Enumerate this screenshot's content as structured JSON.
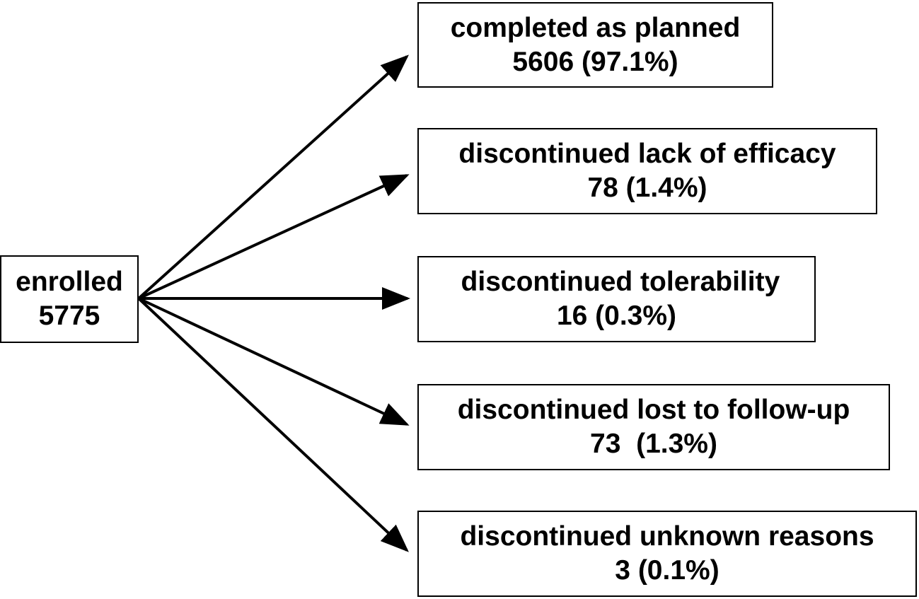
{
  "source": {
    "label": "enrolled",
    "count": "5775"
  },
  "outcomes": [
    {
      "label": "completed as planned",
      "value": "5606 (97.1%)"
    },
    {
      "label": "discontinued lack of efficacy",
      "value": "78 (1.4%)"
    },
    {
      "label": " discontinued tolerability",
      "value": "16 (0.3%)"
    },
    {
      "label": "discontinued lost to follow-up",
      "value": "73  (1.3%)"
    },
    {
      "label": "discontinued unknown reasons",
      "value": "3 (0.1%)"
    }
  ],
  "colors": {
    "stroke": "#000000",
    "background": "#ffffff",
    "text": "#000000"
  }
}
